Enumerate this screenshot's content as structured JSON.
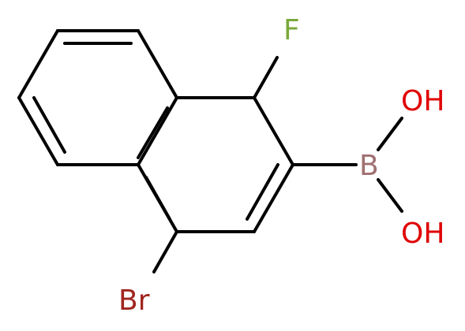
{
  "atoms": {
    "fluorine": {
      "label": "F",
      "color": "#7aa83a"
    },
    "boron": {
      "label": "B",
      "color": "#a07070"
    },
    "hydroxyl_top": {
      "label": "OH",
      "color": "#e00000"
    },
    "hydroxyl_bottom": {
      "label": "OH",
      "color": "#e00000"
    },
    "bromine": {
      "label": "Br",
      "color": "#a0261f"
    }
  },
  "bond_color": "#000000"
}
